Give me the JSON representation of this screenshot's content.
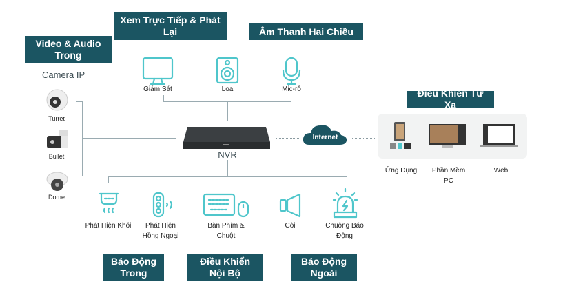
{
  "banners": {
    "video_audio": "Video & Audio Trong",
    "live_playback": "Xem Trực Tiếp & Phát Lại",
    "two_way_audio": "Âm Thanh Hai Chiều",
    "remote_control": "Điều Khiển Từ Xa",
    "internal_alarm": "Báo Động Trong",
    "local_control": "Điều Khiển Nội Bộ",
    "external_alarm": "Báo Động Ngoài"
  },
  "cameras": {
    "title": "Camera IP",
    "items": [
      "Turret",
      "Bullet",
      "Dome"
    ]
  },
  "outputs": [
    "Giám Sát",
    "Loa",
    "Mic-rô"
  ],
  "nvr": {
    "label": "NVR"
  },
  "internet": "Internet",
  "remote": [
    "Ứng Dụng",
    "Phần Mềm PC",
    "Web"
  ],
  "peripherals": [
    "Phát Hiện Khói",
    "Phát Hiện Hồng Ngoại",
    "Bàn Phím & Chuột",
    "Còi",
    "Chuông Báo Động"
  ],
  "colors": {
    "banner": "#1b5562",
    "icon": "#4fc6cb",
    "line": "#9aabb1"
  }
}
